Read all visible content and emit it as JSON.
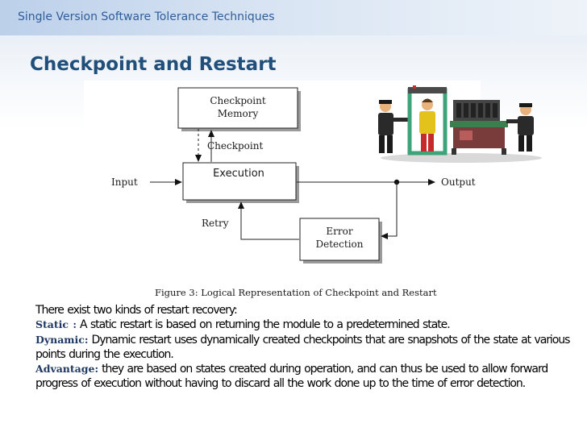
{
  "header": {
    "text": "Single Version Software Tolerance Techniques"
  },
  "slide": {
    "title": "Checkpoint and Restart"
  },
  "figure": {
    "boxes": {
      "checkpoint_memory": [
        "Checkpoint",
        "Memory"
      ],
      "execution": "Execution",
      "error_detection": [
        "Error",
        "Detection"
      ]
    },
    "labels": {
      "checkpoint": "Checkpoint",
      "input": "Input",
      "output": "Output",
      "retry": "Retry"
    },
    "caption": "Figure 3: Logical Representation of Checkpoint and Restart"
  },
  "text": {
    "intro": "There exist two kinds of restart recovery:",
    "items": [
      {
        "term": "Static :",
        "desc": "A static restart is based on returning the module to a predetermined state."
      },
      {
        "term": "Dynamic:",
        "desc": "Dynamic restart uses dynamically created checkpoints that are snapshots of the state at various points during the execution."
      },
      {
        "term": "Advantage:",
        "desc": "they are based on states created during operation, and can thus be used to allow forward progress of execution without having to discard all the work done up to the time of error detection."
      }
    ]
  },
  "colors": {
    "header_text": "#2f5d99",
    "title": "#1f4f7a",
    "term": "#1f3864"
  }
}
